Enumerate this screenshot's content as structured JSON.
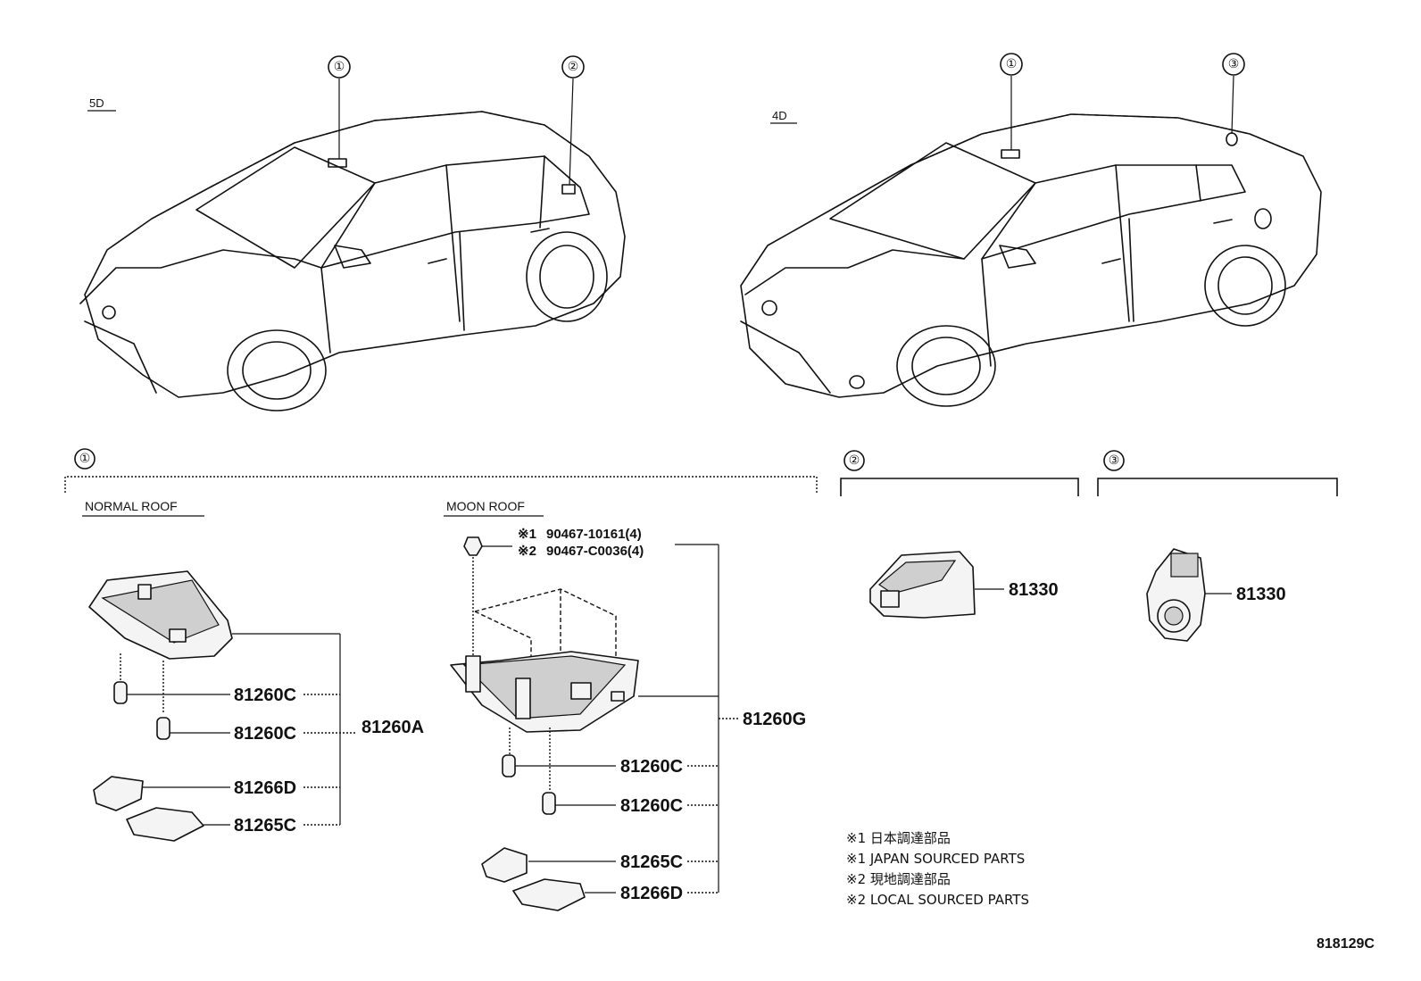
{
  "variants": {
    "hatchback_label": "5D",
    "sedan_label": "4D"
  },
  "callouts": [
    "①",
    "②",
    "③"
  ],
  "sections": {
    "s1": {
      "ref": "①",
      "normal_roof": {
        "label": "NORMAL ROOF",
        "assembly": "81260A",
        "parts": [
          "81260C",
          "81260C",
          "81266D",
          "81265C"
        ]
      },
      "moon_roof": {
        "label": "MOON ROOF",
        "assembly": "81260G",
        "screws": [
          {
            "mark": "※1",
            "part": "90467-10161(4)"
          },
          {
            "mark": "※2",
            "part": "90467-C0036(4)"
          }
        ],
        "parts": [
          "81260C",
          "81260C",
          "81265C",
          "81266D"
        ]
      }
    },
    "s2": {
      "ref": "②",
      "part": "81330"
    },
    "s3": {
      "ref": "③",
      "part": "81330"
    }
  },
  "notes": [
    "※1 日本調達部品",
    "※1 JAPAN SOURCED PARTS",
    "※2 現地調達部品",
    "※2 LOCAL SOURCED PARTS"
  ],
  "figure_code": "818129C"
}
